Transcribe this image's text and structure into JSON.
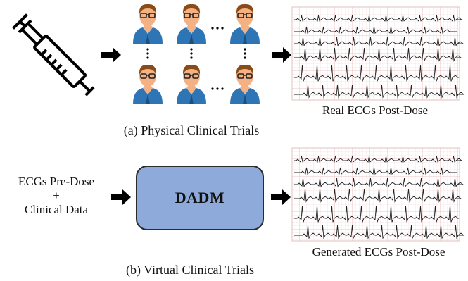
{
  "captions": {
    "physical": "(a) Physical Clinical Trials",
    "virtual": "(b) Virtual Clinical Trials"
  },
  "labels": {
    "real_ecgs": "Real ECGs Post-Dose",
    "generated_ecgs": "Generated ECGs Post-Dose",
    "input_line1": "ECGs Pre-Dose",
    "input_plus": "+",
    "input_line2": "Clinical Data",
    "model": "DADM"
  },
  "icons": [
    "syringe-icon",
    "person-icon",
    "ecg-strip-icon",
    "arrow-right-icon"
  ],
  "colors": {
    "model_fill": "#8eaadb",
    "skin": "#f4b183",
    "hair": "#8a4b16",
    "shirt": "#2e75b6",
    "ecg_grid": "#e9b8b8",
    "ecg_trace": "#222222"
  }
}
